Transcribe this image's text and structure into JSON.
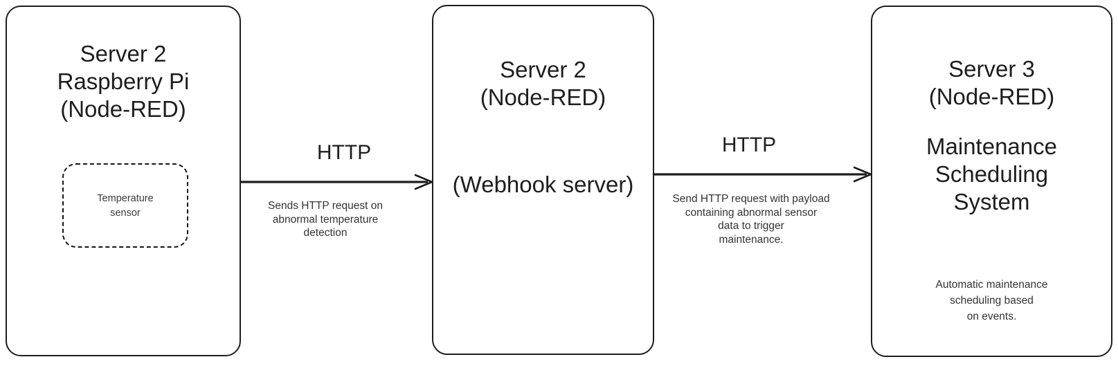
{
  "diagram": {
    "title": "HTTP webhook flow between Node-RED servers",
    "background_color": "#ffffff",
    "stroke_color": "#1d1d1d",
    "text_color": "#1e1e1e"
  },
  "nodes": {
    "left": {
      "title": "Server 2\nRaspberry Pi\n(Node-RED)",
      "sensor": {
        "label": "Temperature\nsensor",
        "border_style": "dashed"
      }
    },
    "middle": {
      "title": "Server 2\n(Node-RED)",
      "subtitle": "(Webhook server)"
    },
    "right": {
      "title": "Server 3\n(Node-RED)",
      "subtitle": "Maintenance\nScheduling\nSystem",
      "note": "Automatic maintenance\nscheduling based\non events."
    }
  },
  "edges": [
    {
      "id": "edge-1",
      "from": "left",
      "to": "middle",
      "label": "HTTP",
      "caption": "Sends HTTP request on\nabnormal temperature\ndetection",
      "direction": "right"
    },
    {
      "id": "edge-2",
      "from": "middle",
      "to": "right",
      "label": "HTTP",
      "caption": "Send HTTP request with payload\ncontaining abnormal sensor\ndata to trigger\nmaintenance.",
      "direction": "right"
    }
  ]
}
